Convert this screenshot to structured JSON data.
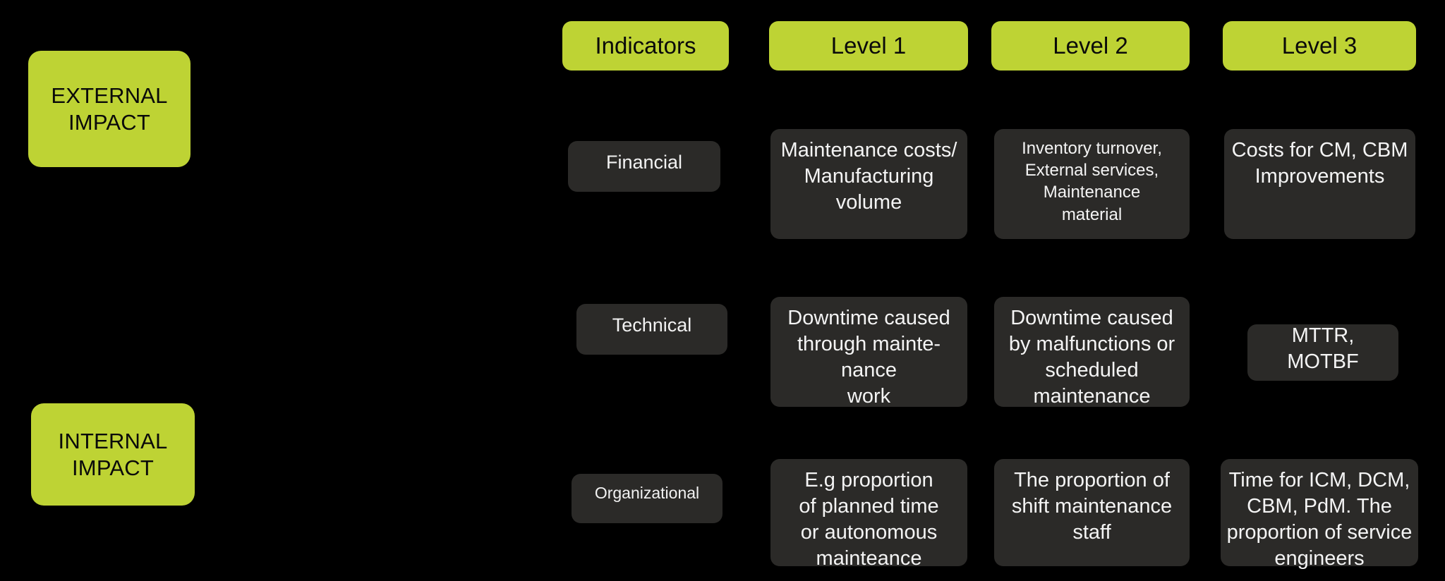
{
  "colors": {
    "background": "#000000",
    "accent_green": "#bed334",
    "cell_dark": "#2b2a28",
    "text_on_green": "#0a0a0a",
    "text_on_dark": "#f4f4f4"
  },
  "impact_labels": {
    "external": "EXTERNAL\nIMPACT",
    "internal": "INTERNAL\nIMPACT"
  },
  "headers": {
    "indicators": "Indicators",
    "level1": "Level 1",
    "level2": "Level 2",
    "level3": "Level 3"
  },
  "categories": {
    "financial": "Financial",
    "technical": "Technical",
    "organizational": "Organizational"
  },
  "matrix": {
    "financial": {
      "level1": "Maintenance costs/\nManufacturing\nvolume",
      "level2": "Inventory turnover,\nExternal services,\nMaintenance\nmaterial",
      "level3": "Costs for CM, CBM\nImprovements"
    },
    "technical": {
      "level1": "Downtime caused\nthrough mainte-\nnance\nwork",
      "level2": "Downtime caused\nby malfunctions or\nscheduled\nmaintenance",
      "level3": "MTTR, MOTBF"
    },
    "organizational": {
      "level1": "E.g proportion\nof planned time\nor autonomous\nmainteance",
      "level2": "The proportion of\nshift maintenance\nstaff",
      "level3": "Time for ICM, DCM,\nCBM, PdM. The\nproportion of service\nengineers"
    }
  }
}
